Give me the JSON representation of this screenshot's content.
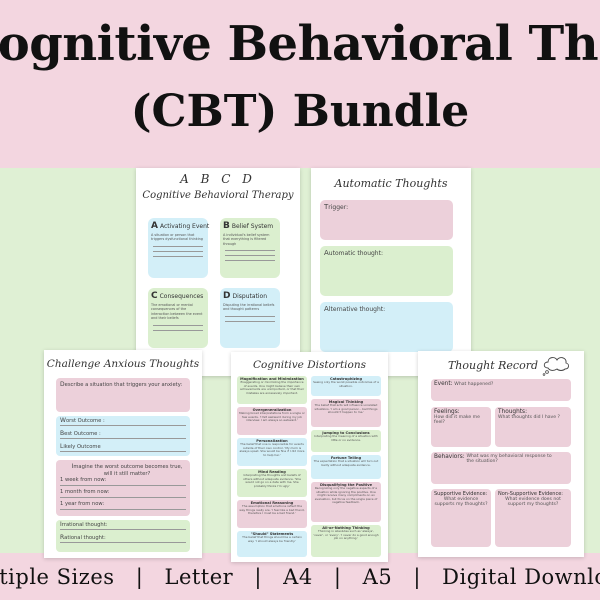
{
  "colors": {
    "pink": "#f3d6e0",
    "green": "#dff0d4",
    "box_blue": "#d3eff8",
    "box_green": "#dbefcf",
    "box_pink": "#ecd0da"
  },
  "title": {
    "line1": "Cognitive Behavioral Therapy",
    "line2": "(CBT) Bundle"
  },
  "footer": [
    "Multiple Sizes",
    "|",
    "Letter",
    "|",
    "A4",
    "|",
    "A5",
    "|",
    "Digital Download"
  ],
  "abcd_page": {
    "heading": "A B C D",
    "subheading": "Cognitive Behavioral Therapy",
    "boxes": [
      {
        "letter": "A",
        "label": "Activating Event",
        "desc": "A situation or person that triggers dysfunctional thinking"
      },
      {
        "letter": "B",
        "label": "Belief System",
        "desc": "A individual's belief system that everything is filtered through"
      },
      {
        "letter": "C",
        "label": "Consequences",
        "desc": "The emotional or mental consequences of the interaction between the event and their beliefs"
      },
      {
        "letter": "D",
        "label": "Disputation",
        "desc": "Disputing the irrational beliefs and thought patterns"
      }
    ]
  },
  "automatic_page": {
    "heading": "Automatic Thoughts",
    "fields": [
      {
        "letter": "T",
        "rest": "rigger:"
      },
      {
        "letter": "A",
        "rest": "utomatic thought:"
      },
      {
        "letter": "A",
        "rest": "lternative thought:"
      }
    ]
  },
  "challenge_page": {
    "heading": "Challenge Anxious Thoughts",
    "describe": {
      "letter": "D",
      "rest": "escribe a situation that triggers your anxiety:"
    },
    "outcomes": [
      {
        "letter": "W",
        "rest": "orst Outcome :"
      },
      {
        "letter": "B",
        "rest": "est Outcome :"
      },
      {
        "letter": "L",
        "rest": "ikely Outcome"
      }
    ],
    "imagine": {
      "letter": "I",
      "rest": "magine the worst outcome becomes true, will it still matter?"
    },
    "times": [
      {
        "lead": "1",
        "rest": " week from now:"
      },
      {
        "lead": "1",
        "rest": " month from now:"
      },
      {
        "lead": "1",
        "rest": " year from now:"
      }
    ],
    "final": [
      {
        "letter": "I",
        "rest": "rrational thought:"
      },
      {
        "letter": "R",
        "rest": "ational thought:"
      }
    ]
  },
  "distortions_page": {
    "heading": "Cognitive Distortions",
    "left": [
      {
        "title": "Magnification and Minimization",
        "desc": "Exaggerating or minimizing the importance of events. One might believe their own achievements are unimportant, or that their mistakes are excessively important."
      },
      {
        "title": "Overgeneralization",
        "desc": "Making broad interpretations from a single or few events. 'I felt awkward during my job interview. I am always so awkward.'"
      },
      {
        "title": "Personalization",
        "desc": "The belief that one is responsible for events outside of their own control. 'My mom is always upset. She would be fine if I did more to help her.'"
      },
      {
        "title": "Mind Reading",
        "desc": "Interpreting the thoughts and beliefs of others without adequate evidence. 'She would not go on a date with me. She probably thinks I'm ugly.'"
      },
      {
        "title": "Emotional Reasoning",
        "desc": "The assumption that emotions reflect the way things really are. 'I feel like a bad friend, therefore I must be a bad friend.'"
      },
      {
        "title": "\"Should\" Statements",
        "desc": "The belief that things should be a certain way. 'I should always be friendly.'"
      }
    ],
    "right": [
      {
        "title": "Catastrophizing",
        "desc": "Seeing only the worst possible outcomes of a situation."
      },
      {
        "title": "Magical Thinking",
        "desc": "The belief that acts will influence unrelated situations. 'I am a good person - bad things shouldn't happen to me.'"
      },
      {
        "title": "Jumping to Conclusions",
        "desc": "Interpreting the meaning of a situation with little or no evidence."
      },
      {
        "title": "Fortune Telling",
        "desc": "The expectation that a situation will turn out badly without adequate evidence."
      },
      {
        "title": "Disqualifying the Positive",
        "desc": "Recognizing only the negative aspects of a situation while ignoring the positive. One might receive many compliments on an evaluation, but focus on the single piece of negative feedback."
      },
      {
        "title": "All-or-Nothing Thinking",
        "desc": "Thinking in absolutes such as 'always', 'never', or 'every'. 'I never do a good enough job on anything.'"
      }
    ]
  },
  "record_page": {
    "heading": "Thought Record",
    "event": {
      "label": "Event:",
      "question": "What happened?"
    },
    "feelings": {
      "label": "Feelings:",
      "question": "How did it make me feel?"
    },
    "thoughts": {
      "label": "Thoughts:",
      "question": "What thoughts did I have ?"
    },
    "behaviors": {
      "label": "Behaviors:",
      "question": "What was my behavioral response to the situation?"
    },
    "supportive": {
      "label": "Supportive Evidence:",
      "question": "What evidence supports my thoughts?"
    },
    "nonsupportive": {
      "label": "Non-Supportive Evidence:",
      "question": "What evidence does not support my thoughts?"
    }
  }
}
